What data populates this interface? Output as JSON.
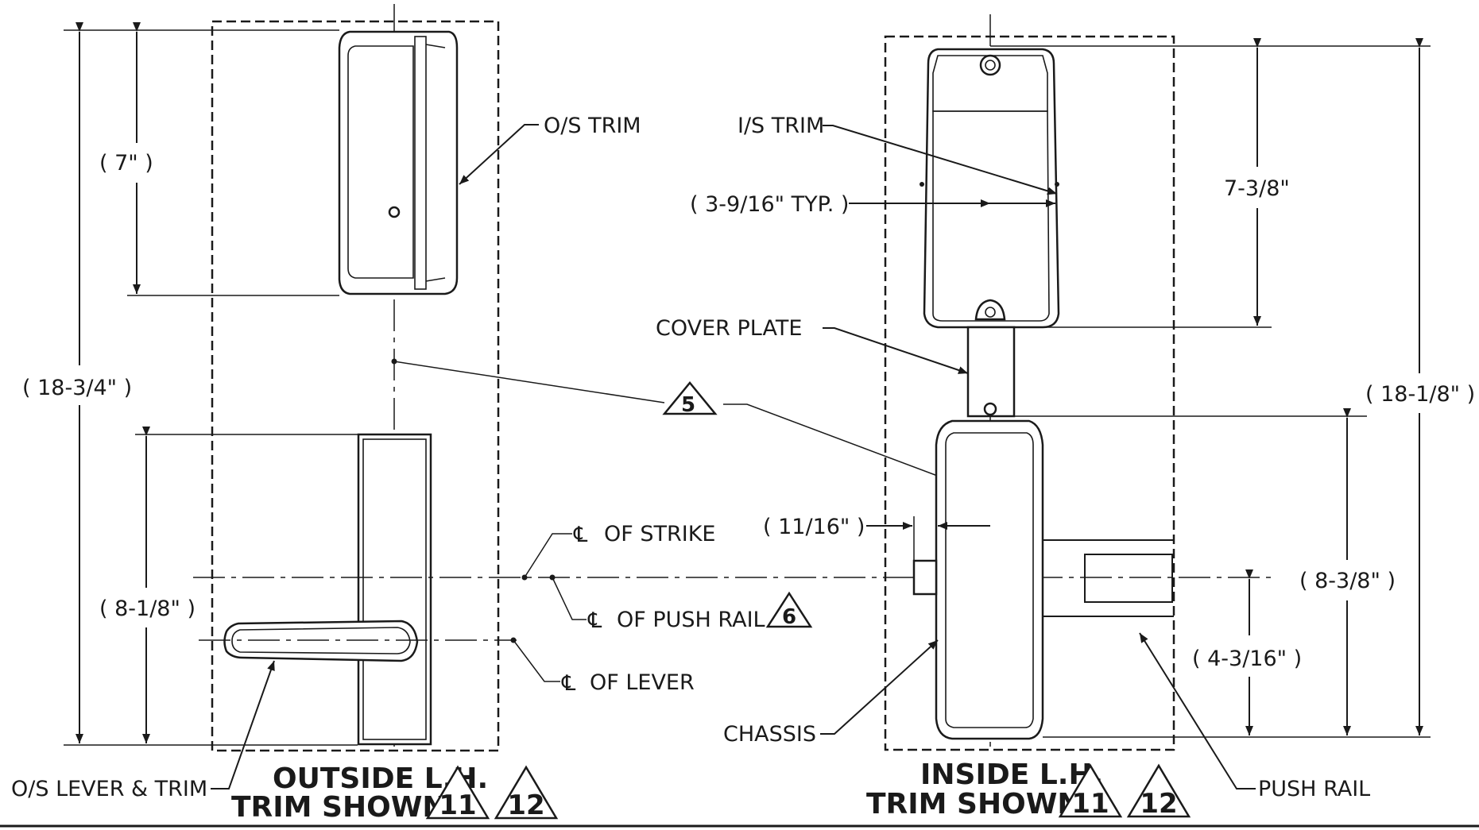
{
  "outside_view": {
    "title_line1": "OUTSIDE L.H.",
    "title_line2": "TRIM SHOWN",
    "dim_overall": "( 18-3/4\" )",
    "dim_trim": "( 7\" )",
    "dim_lever": "( 8-1/8\" )",
    "label_os_trim": "O/S TRIM",
    "label_os_lever_trim": "O/S LEVER & TRIM",
    "label_cl_strike": "OF STRIKE",
    "label_cl_push_rail": "OF PUSH RAIL",
    "label_cl_lever": "OF LEVER",
    "centerline_symbol": "℄",
    "note_push_rail": "6",
    "notes": [
      "11",
      "12"
    ]
  },
  "inside_view": {
    "title_line1": "INSIDE L.H.",
    "title_line2": "TRIM SHOWN",
    "dim_overall": "( 18-1/8\" )",
    "dim_trim_height": "7-3/8\"",
    "dim_trim_width": "( 3-9/16\" TYP. )",
    "dim_chassis": "( 8-3/8\" )",
    "dim_rail_height": "( 4-3/16\" )",
    "dim_offset": "( 11/16\" )",
    "label_is_trim": "I/S TRIM",
    "label_cover_plate": "COVER PLATE",
    "label_chassis": "CHASSIS",
    "label_push_rail": "PUSH RAIL",
    "notes": [
      "11",
      "12"
    ]
  },
  "shared_note": "5"
}
